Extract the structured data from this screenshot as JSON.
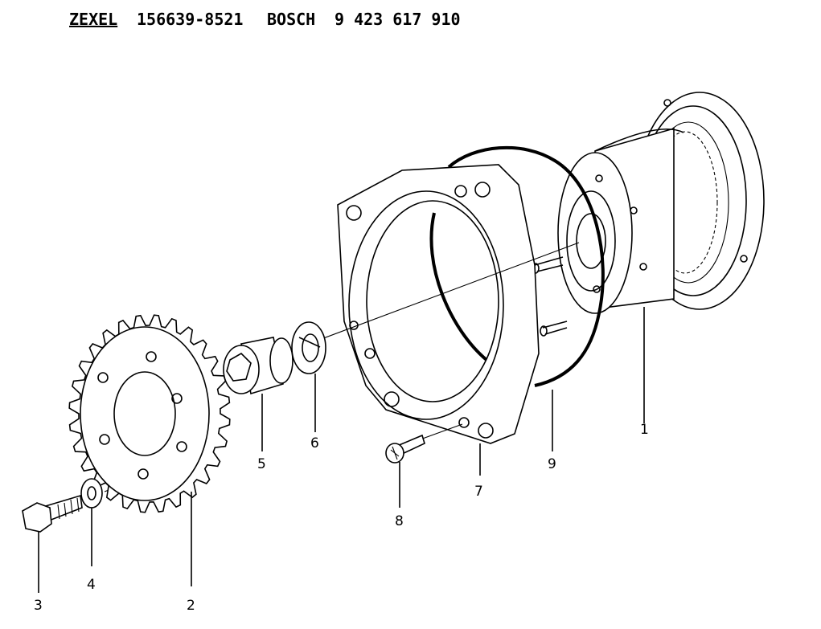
{
  "header": {
    "brand1": "ZEXEL",
    "part1": "156639-8521",
    "brand2": "BOSCH",
    "part2": "9 423 617 910"
  },
  "callouts": [
    {
      "id": "1",
      "part": "drive-housing"
    },
    {
      "id": "2",
      "part": "timing-gear"
    },
    {
      "id": "3",
      "part": "bolt"
    },
    {
      "id": "4",
      "part": "washer"
    },
    {
      "id": "5",
      "part": "nut"
    },
    {
      "id": "6",
      "part": "spring-washer"
    },
    {
      "id": "7",
      "part": "flange-cover"
    },
    {
      "id": "8",
      "part": "screw"
    },
    {
      "id": "9",
      "part": "o-ring"
    }
  ]
}
